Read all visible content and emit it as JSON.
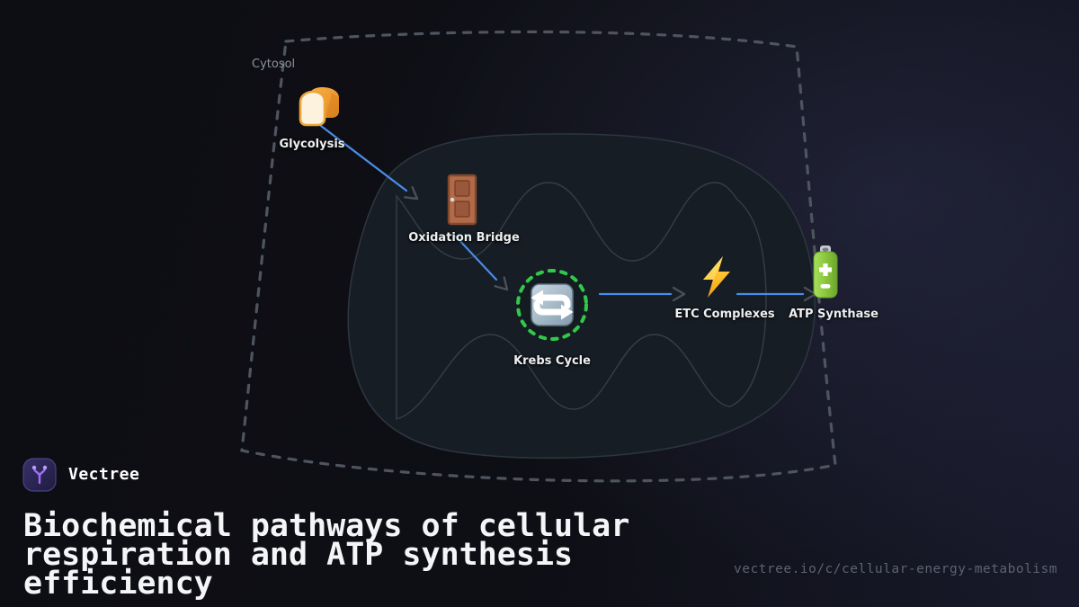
{
  "brand": {
    "name": "Vectree",
    "logo_icon": "vectree-branch-icon"
  },
  "footer": {
    "title": "Biochemical pathways of cellular respiration and ATP synthesis efficiency",
    "link": "vectree.io/c/cellular-energy-metabolism"
  },
  "diagram": {
    "region_label": "Cytosol",
    "nodes": [
      {
        "id": "glycolysis",
        "label": "Glycolysis",
        "icon": "bread-icon"
      },
      {
        "id": "oxidation_bridge",
        "label": "Oxidation Bridge",
        "icon": "door-icon"
      },
      {
        "id": "krebs_cycle",
        "label": "Krebs Cycle",
        "icon": "repeat-arrows-icon",
        "ring": "green-dashed"
      },
      {
        "id": "etc_complexes",
        "label": "ETC Complexes",
        "icon": "lightning-icon"
      },
      {
        "id": "atp_synthase",
        "label": "ATP Synthase",
        "icon": "battery-icon"
      }
    ],
    "edges": [
      {
        "from": "glycolysis",
        "to": "oxidation_bridge"
      },
      {
        "from": "oxidation_bridge",
        "to": "krebs_cycle"
      },
      {
        "from": "krebs_cycle",
        "to": "etc_complexes"
      },
      {
        "from": "etc_complexes",
        "to": "atp_synthase"
      }
    ],
    "colors": {
      "edge_blue": "#4a8ce8",
      "arrowhead_gray": "#49505a",
      "ring_green": "#32c94b",
      "cytosol_dash": "#4e555f",
      "mito_fill": "#161d25",
      "mito_stroke": "#2c3540",
      "membrane_stroke": "#353e48"
    }
  }
}
